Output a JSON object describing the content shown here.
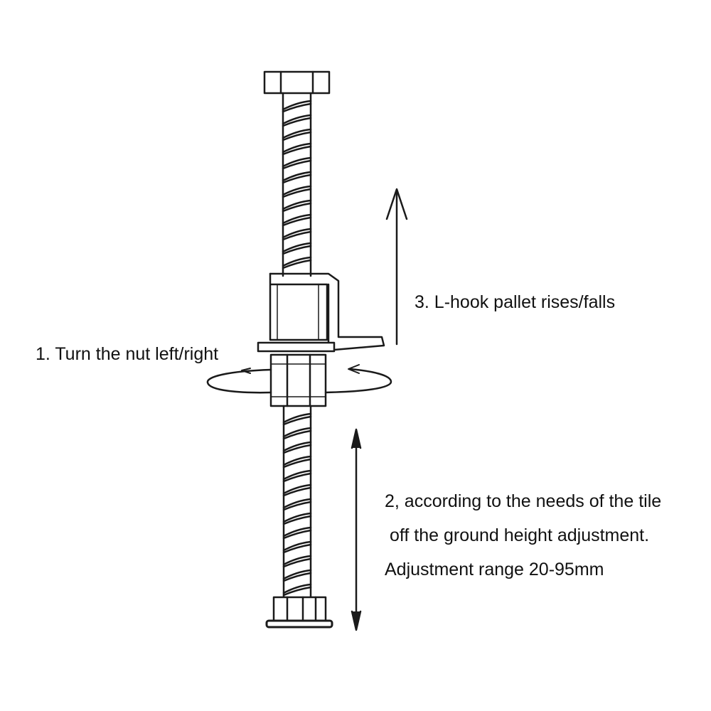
{
  "colors": {
    "ink": "#1a1a1a",
    "background": "#ffffff"
  },
  "annotations": {
    "step1": "1. Turn the nut left/right",
    "step3": "3. L-hook pallet rises/falls",
    "step2_line1": "2, according to the needs of the tile",
    "step2_line2": "off the ground height adjustment.",
    "step2_line3": "Adjustment range 20-95mm"
  }
}
